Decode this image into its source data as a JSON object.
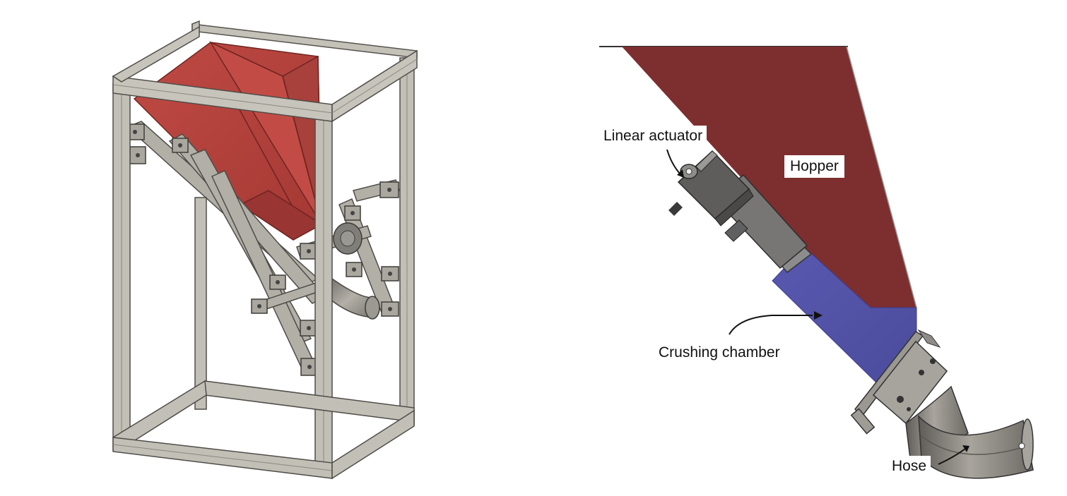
{
  "labels": {
    "linear_actuator": "Linear actuator",
    "hopper": "Hopper",
    "crushing_chamber": "Crushing chamber",
    "hose": "Hose"
  },
  "colors": {
    "hopper_iso": "#b8433d",
    "hopper_section": "#7d2e2f",
    "crushing_chamber": "#5454a8",
    "frame": "#b9b7ad",
    "steel": "#8d8b86"
  }
}
